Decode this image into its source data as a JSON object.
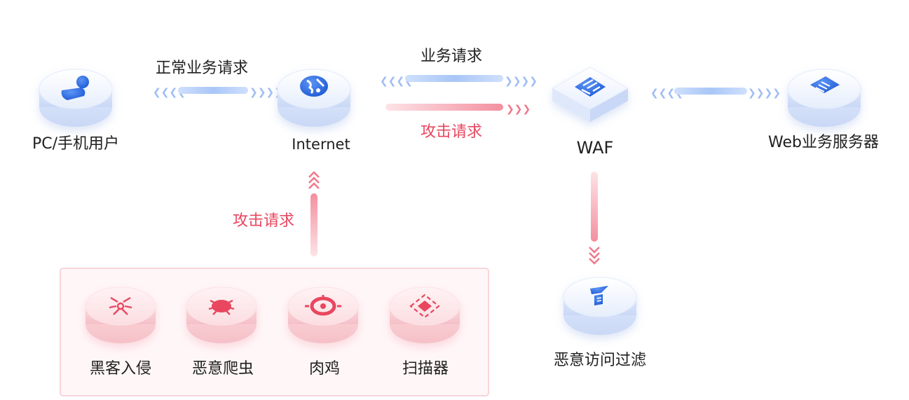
{
  "nodes": {
    "user": {
      "label": "PC/手机用户",
      "icon": "user-icon"
    },
    "internet": {
      "label": "Internet",
      "icon": "globe-icon"
    },
    "waf": {
      "label": "WAF",
      "icon": "waf-shield-icon"
    },
    "server": {
      "label": "Web业务服务器",
      "icon": "server-icon"
    },
    "filter": {
      "label": "恶意访问过滤",
      "icon": "filter-icon"
    }
  },
  "edges": {
    "normal_request": "正常业务请求",
    "business_request": "业务请求",
    "attack_request_right": "攻击请求",
    "attack_request_up": "攻击请求"
  },
  "threats": [
    {
      "label": "黑客入侵",
      "icon": "hacker-icon"
    },
    {
      "label": "恶意爬虫",
      "icon": "bug-icon"
    },
    {
      "label": "肉鸡",
      "icon": "zombie-icon"
    },
    {
      "label": "扫描器",
      "icon": "scanner-icon"
    }
  ],
  "colors": {
    "blue": "#2f6ee0",
    "light_blue": "#bcd3fb",
    "red": "#e8475f",
    "light_red": "#f7b5bf",
    "threat_box_border": "#f6c9cf",
    "threat_box_bg": "#fff6f7"
  }
}
